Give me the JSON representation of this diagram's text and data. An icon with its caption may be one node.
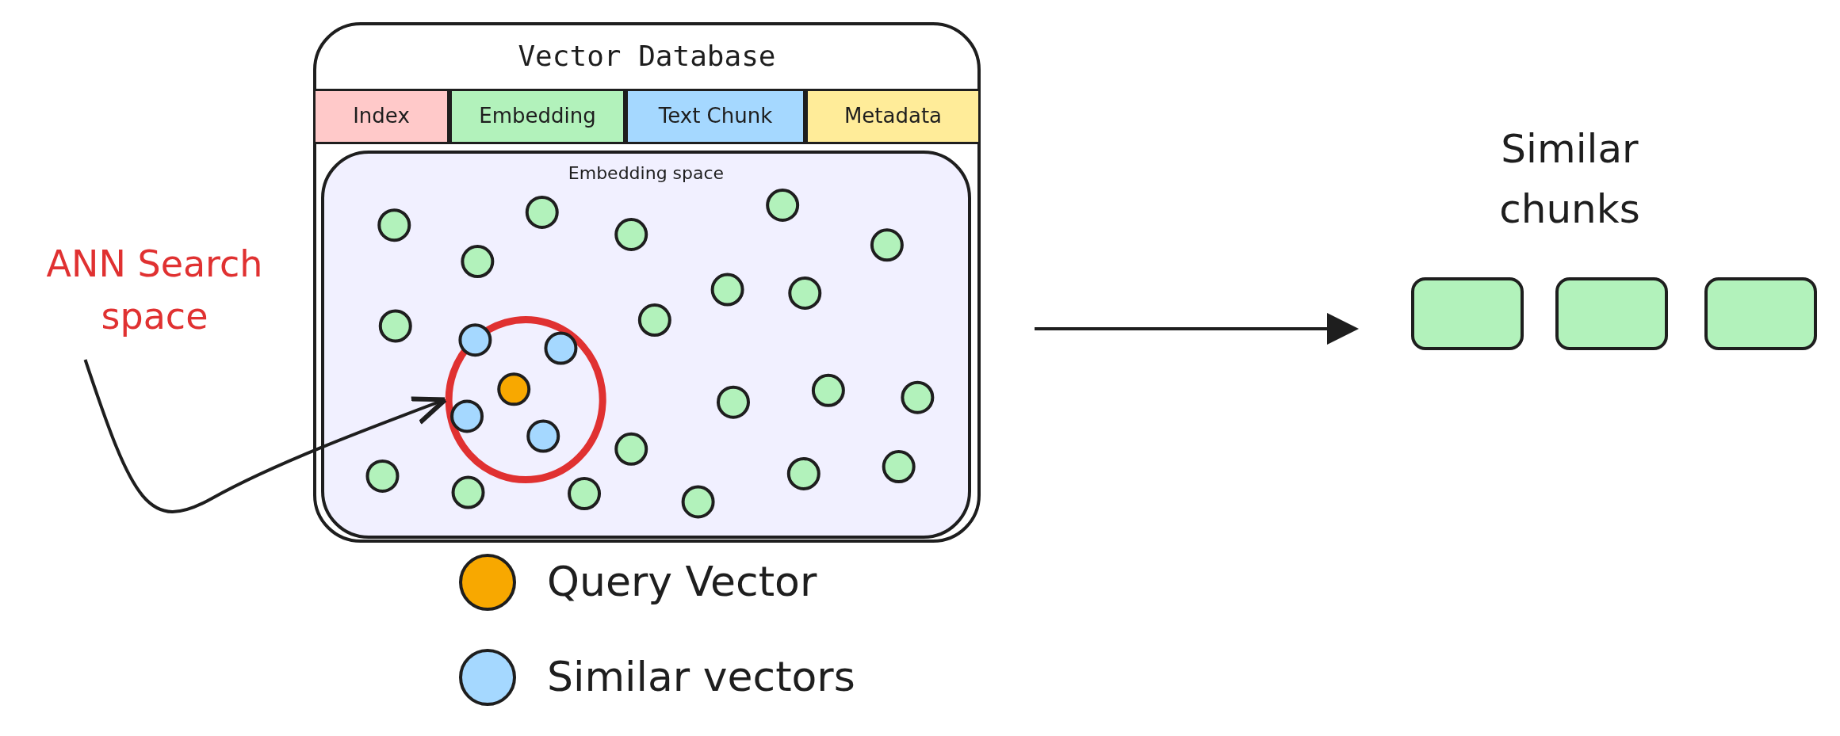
{
  "diagram": {
    "nodes": [
      {
        "text": [
          "Vector Database"
        ]
      },
      {
        "text": [
          "Index"
        ],
        "in": 0
      },
      {
        "text": [
          "Embedding"
        ],
        "in": 0
      },
      {
        "text": [
          "Text Chunk"
        ],
        "in": 0
      },
      {
        "text": [
          "Metadata"
        ],
        "in": 0
      },
      {
        "text": [
          "Embedding space"
        ],
        "in": 0
      },
      {
        "text": [],
        "shape": "circle",
        "in": 5
      },
      {
        "text": [
          "ANN Search space"
        ]
      },
      {
        "text": [
          "Similar chunks"
        ]
      },
      {
        "text": [],
        "shape": "box"
      },
      {
        "text": [],
        "shape": "box"
      },
      {
        "text": [],
        "shape": "box"
      }
    ],
    "edges": [
      {
        "from": 7,
        "to": 6,
        "arrow": "to"
      },
      {
        "from": 0,
        "to": 9,
        "arrow": "to"
      }
    ],
    "legend": [
      {
        "text": "Query Vector",
        "color": "#f8a800"
      },
      {
        "text": "Similar vectors",
        "color": "#a5d8ff"
      }
    ]
  }
}
